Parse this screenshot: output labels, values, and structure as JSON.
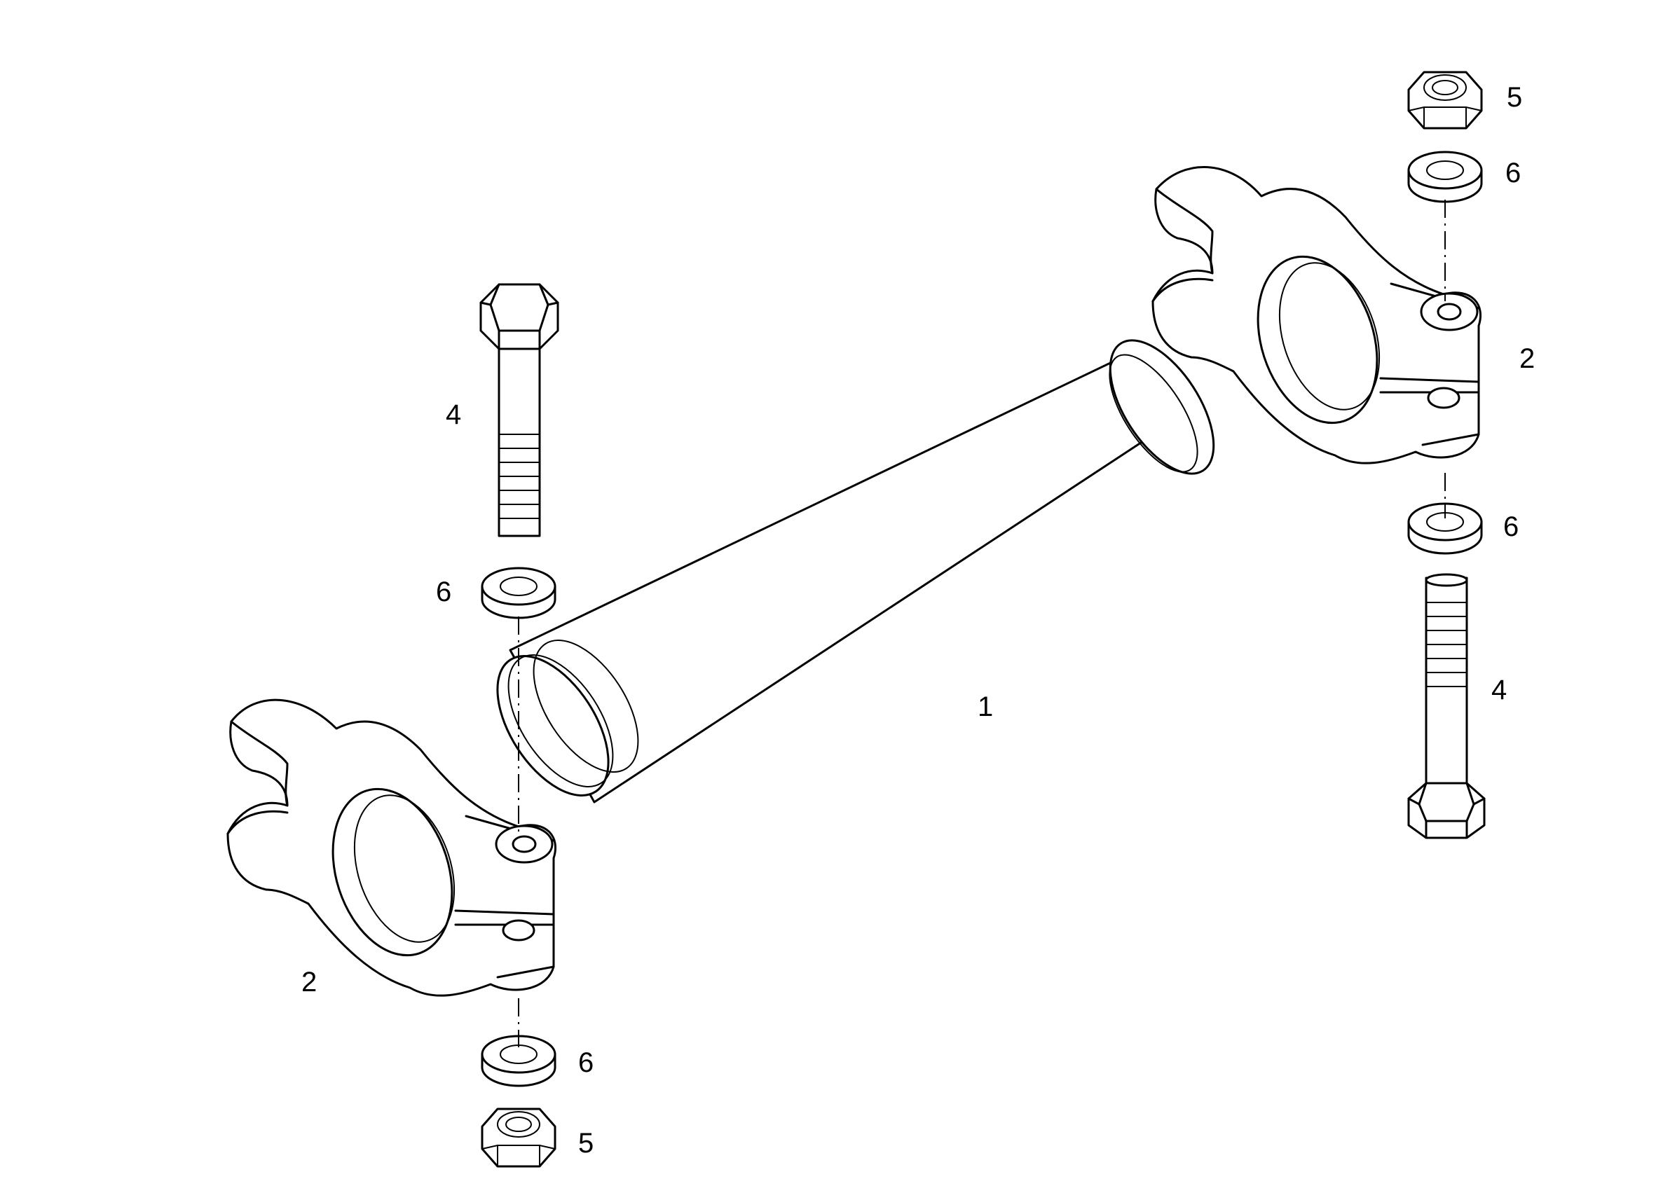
{
  "callouts": {
    "pipe": "1",
    "clamp_right": "2",
    "clamp_left": "2",
    "bolt_left": "4",
    "bolt_right": "4",
    "nut_top_right": "5",
    "nut_bottom_left": "5",
    "washer_top_right": "6",
    "washer_mid_right": "6",
    "washer_left_upper": "6",
    "washer_left_lower": "6"
  }
}
